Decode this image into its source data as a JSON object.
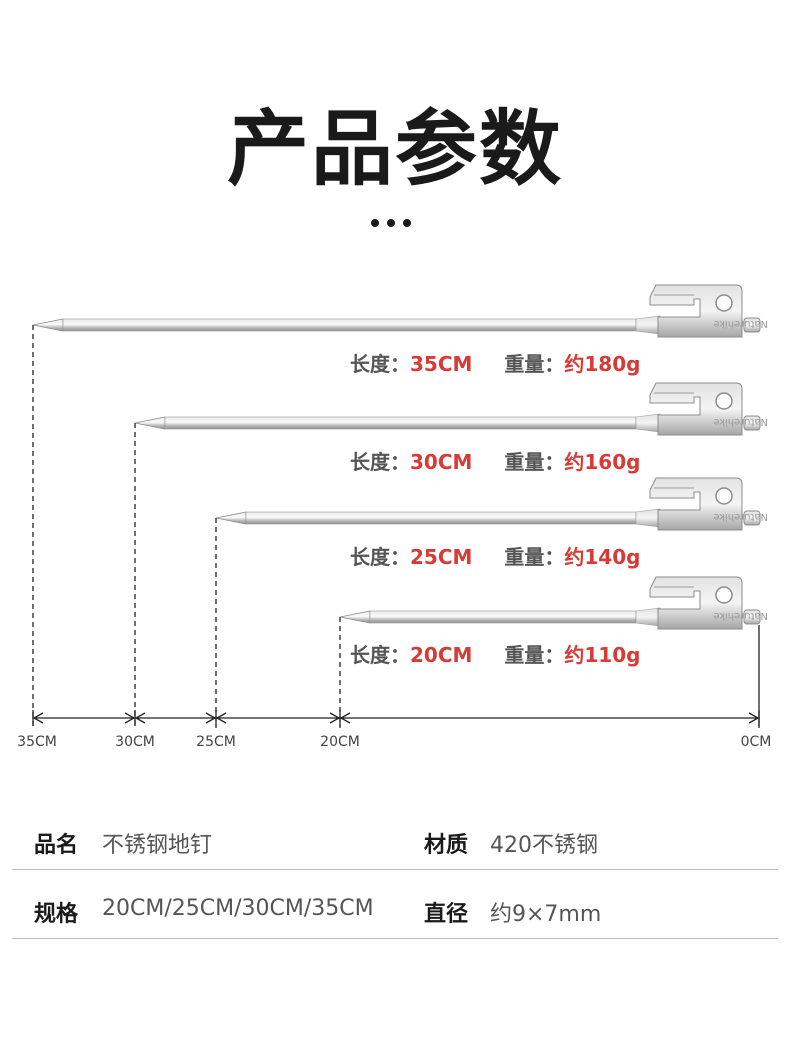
{
  "title": "产品参数",
  "stakes": [
    {
      "length_label": "长度：",
      "length": "35CM",
      "weight_label": "重量：",
      "weight": "约180g",
      "length_cm": 35,
      "brand": "Naturehike"
    },
    {
      "length_label": "长度：",
      "length": "30CM",
      "weight_label": "重量：",
      "weight": "约160g",
      "length_cm": 30,
      "brand": "Naturehike"
    },
    {
      "length_label": "长度：",
      "length": "25CM",
      "weight_label": "重量：",
      "weight": "约140g",
      "length_cm": 25,
      "brand": "Naturehike"
    },
    {
      "length_label": "长度：",
      "length": "20CM",
      "weight_label": "重量：",
      "weight": "约110g",
      "length_cm": 20,
      "brand": "Naturehike"
    }
  ],
  "ruler": {
    "ticks": [
      "35CM",
      "30CM",
      "25CM",
      "20CM",
      "0CM"
    ]
  },
  "params": {
    "rows": [
      {
        "k1": "品名",
        "v1": "不锈钢地钉",
        "k2": "材质",
        "v2": "420不锈钢"
      },
      {
        "k1": "规格",
        "v1": "20CM/25CM/30CM/35CM",
        "k2": "直径",
        "v2": "约9×7mm"
      }
    ]
  },
  "colors": {
    "accent": "#d83a35",
    "metal": "#c8c8c8"
  }
}
